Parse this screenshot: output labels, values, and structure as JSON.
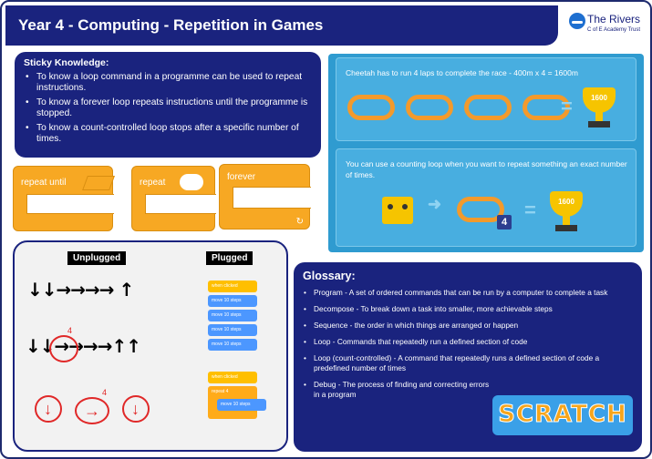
{
  "header": {
    "title": "Year 4 - Computing - Repetition in Games"
  },
  "logo": {
    "name": "The Rivers",
    "subtitle": "C of E Academy Trust",
    "icon": "river-logo-icon"
  },
  "sticky": {
    "heading": "Sticky Knowledge:",
    "items": [
      "To know a loop command in a programme can be used to repeat instructions.",
      "To know a forever loop repeats instructions until the programme is stopped.",
      "To know a count-controlled loop stops after a specific number of times."
    ]
  },
  "blocks": {
    "repeat_until": "repeat  until",
    "repeat": "repeat",
    "forever": "forever"
  },
  "cheetah": {
    "line1": "Cheetah has to run 4 laps to complete the race - 400m x 4 = 1600m",
    "line2": "You can use a counting loop when you want to repeat something an exact number of times.",
    "trophy_value": "1600",
    "count": "4",
    "equals": "="
  },
  "unplugged": {
    "unplugged_label": "Unplugged",
    "plugged_label": "Plugged",
    "seq1": "↓↓→→→→ ↑",
    "seq2": "↓↓→→→→↑↑",
    "loop_count": "4",
    "scratch1": [
      "when clicked",
      "move 10 steps",
      "move 10 steps",
      "move 10 steps",
      "move 10 steps"
    ],
    "scratch2": [
      "when clicked",
      "repeat 4",
      "move 10 steps"
    ]
  },
  "glossary": {
    "heading": "Glossary:",
    "items": [
      "Program  - A set of ordered commands that can be run by a computer to complete a task",
      "Decompose - To break down a task into smaller, more achievable steps",
      "Sequence - the order in which things are arranged or happen",
      "Loop - Commands that repeatedly run a defined section of code",
      "Loop (count-controlled) - A command that repeatedly runs a defined section of code a predefined number of times",
      "Debug - The process of finding and correcting errors in a program"
    ]
  },
  "scratch_logo": "SCRATCH"
}
